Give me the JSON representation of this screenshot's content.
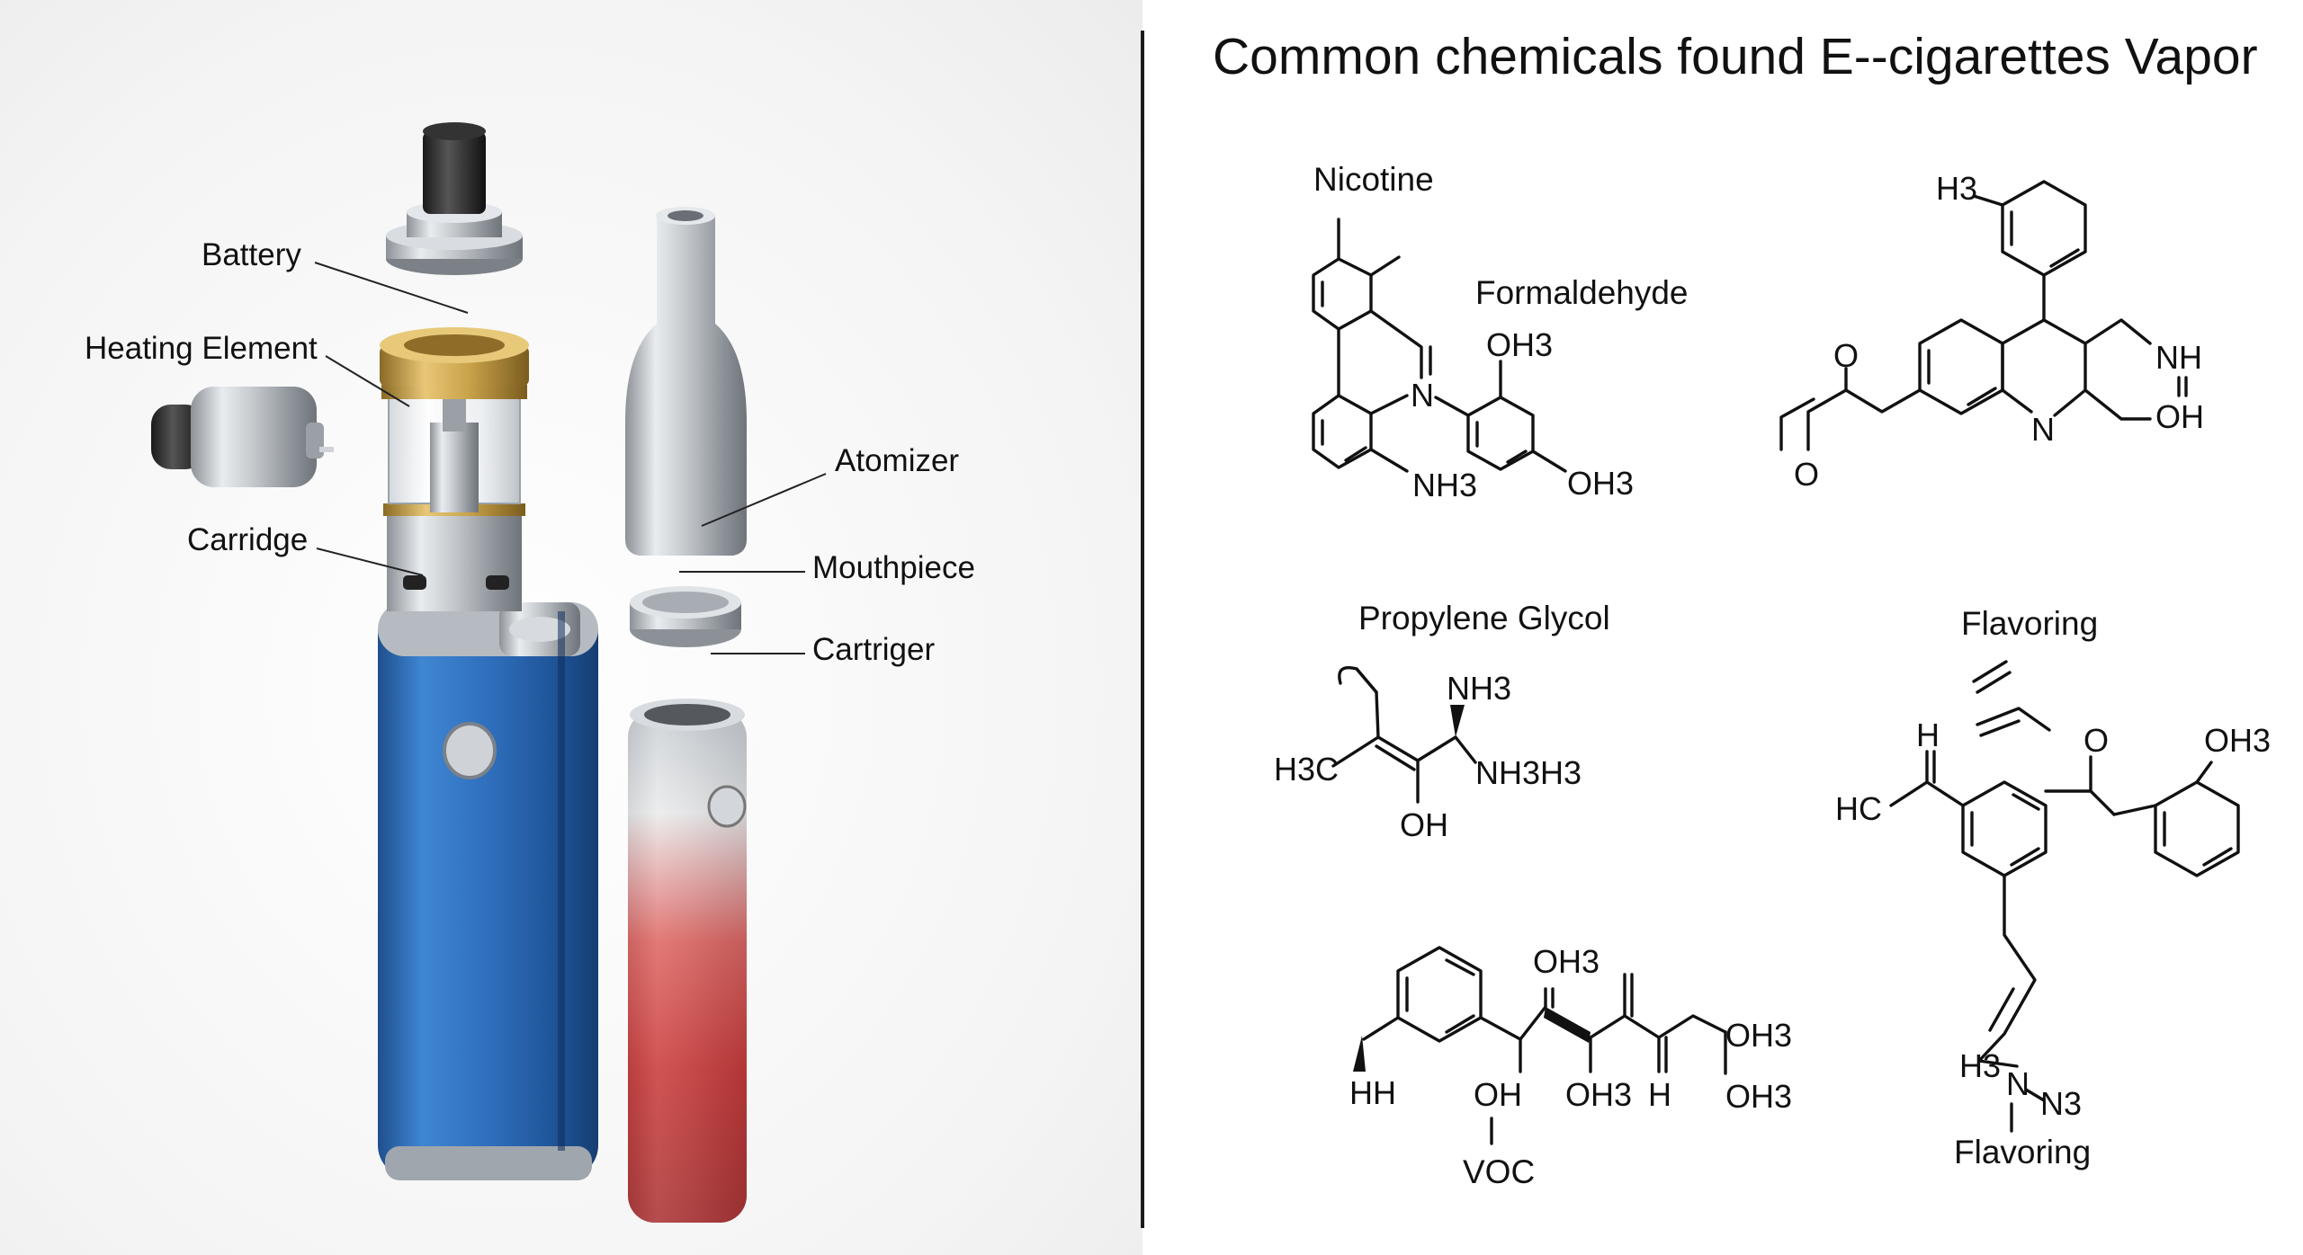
{
  "device": {
    "labels": {
      "battery": "Battery",
      "heating_element": "Heating Element",
      "carridge": "Carridge",
      "atomizer": "Atomizer",
      "mouthpiece": "Mouthpiece",
      "cartriger": "Cartriger"
    },
    "colors": {
      "blue_mod": "#2c6bb8",
      "red_battery": "#c8211f",
      "steel": "#b9bdc2",
      "gold": "#c9a24a"
    }
  },
  "chemicals": {
    "title": "Common chemicals found E--cigarettes Vapor",
    "molecules": [
      {
        "name": "Nicotine",
        "atoms": [
          "N",
          "NH3"
        ]
      },
      {
        "name": "Formaldehyde",
        "atoms": [
          "OH3",
          "OH3"
        ]
      },
      {
        "name": "",
        "atoms": [
          "H3",
          "O",
          "O",
          "NH",
          "OH",
          "N"
        ]
      },
      {
        "name": "Propylene Glycol",
        "atoms": [
          "NH3",
          "H3C",
          "NH3H3",
          "OH"
        ]
      },
      {
        "name": "Flavoring",
        "atoms": [
          "H",
          "O",
          "OH3",
          "HC"
        ]
      },
      {
        "name": "VOC",
        "atoms": [
          "OH3",
          "HH",
          "OH",
          "OH3",
          "H",
          "OH3",
          "OH3"
        ]
      },
      {
        "name": "Flavoring",
        "atoms": [
          "H3",
          "N",
          "N3"
        ]
      }
    ]
  }
}
